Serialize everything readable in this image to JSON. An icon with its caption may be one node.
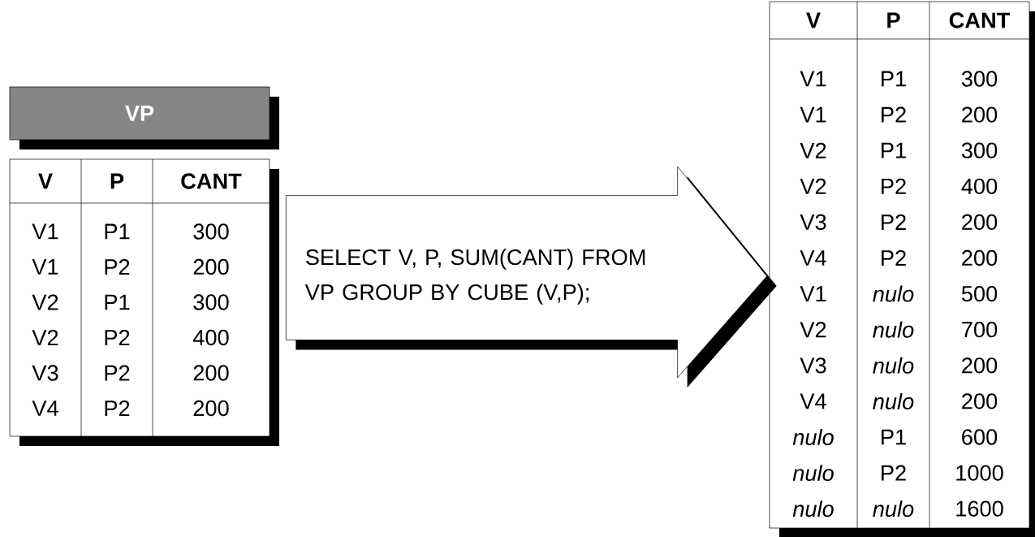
{
  "diagram": {
    "nodes": [
      {
        "text": [
          "VP"
        ]
      },
      {
        "text": [
          "V",
          "P",
          "CANT",
          "V1",
          "P1",
          "300",
          "V1",
          "P2",
          "200",
          "V2",
          "P1",
          "300",
          "V2",
          "P2",
          "400",
          "V3",
          "P2",
          "200",
          "V4",
          "P2",
          "200"
        ]
      },
      {
        "text": [
          "V",
          "P",
          "CANT",
          "V1",
          "P1",
          "300",
          "V1",
          "P2",
          "200",
          "V2",
          "P1",
          "300",
          "V2",
          "P2",
          "400",
          "V3",
          "P2",
          "200",
          "V4",
          "P2",
          "200",
          "V1",
          "*nulo*",
          "500",
          "V2",
          "*nulo*",
          "700",
          "V3",
          "*nulo*",
          "200",
          "V4",
          "*nulo*",
          "200",
          "*nulo*",
          "P1",
          "600",
          "*nulo*",
          "P2",
          "1000",
          "*nulo*",
          "*nulo*",
          "1600"
        ]
      }
    ],
    "edges": [
      {
        "from": 1,
        "to": 2,
        "arrow": "to",
        "label": "SELECT V, P, SUM(CANT) FROM VP GROUP BY CUBE (V,P);"
      }
    ]
  }
}
